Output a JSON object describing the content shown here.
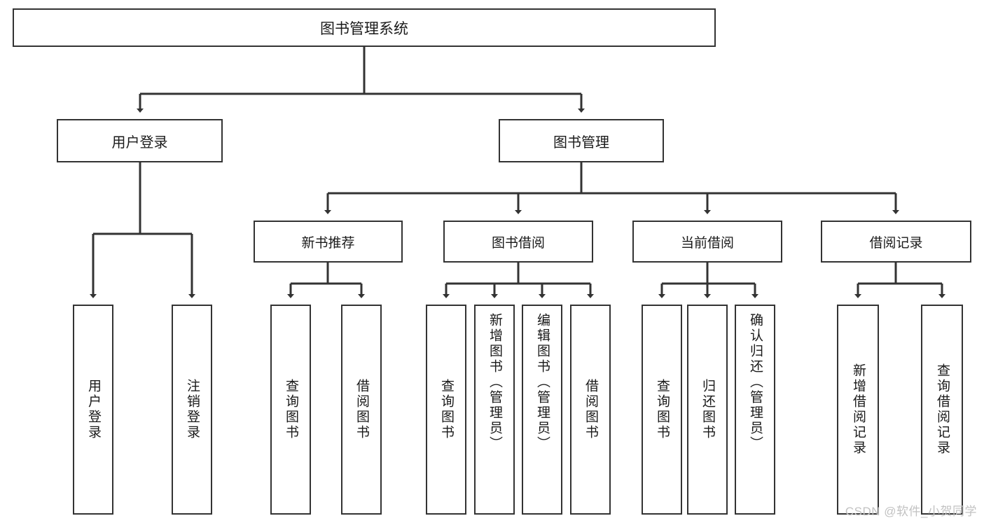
{
  "diagram": {
    "title": "图书管理系统",
    "root": {
      "label": "图书管理系统"
    },
    "level1": [
      {
        "label": "用户登录"
      },
      {
        "label": "图书管理"
      }
    ],
    "level2": [
      {
        "label": "新书推荐"
      },
      {
        "label": "图书借阅"
      },
      {
        "label": "当前借阅"
      },
      {
        "label": "借阅记录"
      }
    ],
    "leaves_user_login": [
      {
        "label": "用户登录"
      },
      {
        "label": "注销登录"
      }
    ],
    "leaves_new_book": [
      {
        "label": "查询图书"
      },
      {
        "label": "借阅图书"
      }
    ],
    "leaves_borrow": [
      {
        "label": "查询图书"
      },
      {
        "label": "新增图书（管理员）"
      },
      {
        "label": "编辑图书（管理员）"
      },
      {
        "label": "借阅图书"
      }
    ],
    "leaves_current": [
      {
        "label": "查询图书"
      },
      {
        "label": "归还图书"
      },
      {
        "label": "确认归还（管理员）"
      }
    ],
    "leaves_records": [
      {
        "label": "新增借阅记录"
      },
      {
        "label": "查询借阅记录"
      }
    ]
  },
  "watermark": {
    "text": "CSDN @软件_小贺同学"
  },
  "colors": {
    "border": "#333333",
    "background": "#ffffff",
    "text": "#1a1a1a",
    "watermark": "#c2c2c2"
  }
}
